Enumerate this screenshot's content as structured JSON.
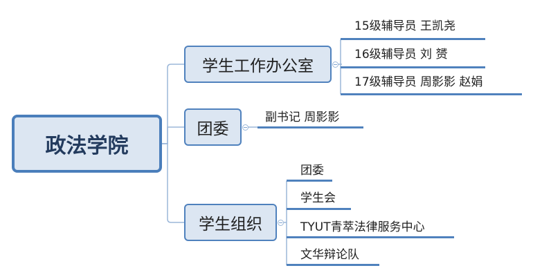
{
  "root": {
    "label": "政法学院"
  },
  "branches": [
    {
      "label": "学生工作办公室",
      "leaves": [
        "15级辅导员  王凯尧",
        "16级辅导员  刘    赟",
        "17级辅导员  周影影  赵娟"
      ]
    },
    {
      "label": "团委",
      "leaves": [
        "副书记  周影影"
      ]
    },
    {
      "label": "学生组织",
      "leaves": [
        "团委",
        "学生会",
        "TYUT青萃法律服务中心",
        "文华辩论队"
      ]
    }
  ],
  "colors": {
    "node_fill": "#dce6f2",
    "node_border": "#4f81bd",
    "connector": "#9bb7d9"
  }
}
